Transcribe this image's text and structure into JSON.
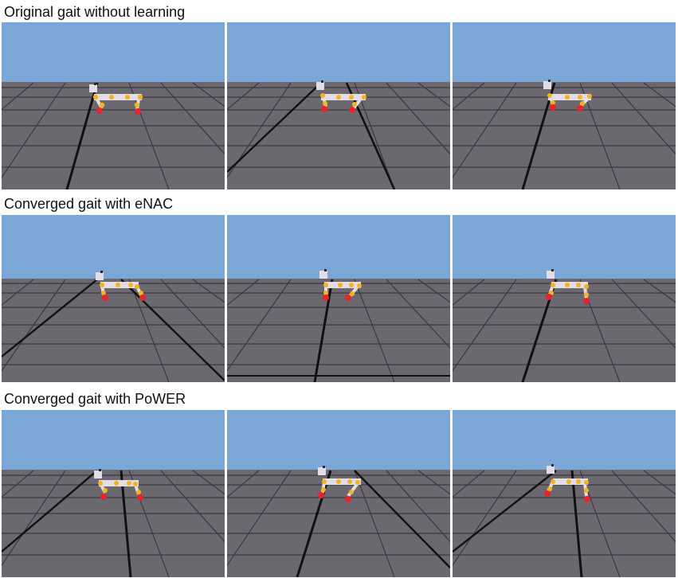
{
  "figure": {
    "rows": [
      {
        "title": "Original gait without learning",
        "frames": 3
      },
      {
        "title": "Converged gait with eNAC",
        "frames": 3
      },
      {
        "title": "Converged gait with PoWER",
        "frames": 3
      }
    ]
  },
  "colors": {
    "sky": "#7aa6d8",
    "ground": "#6b6870",
    "grid": "#3a3840",
    "body": "#e2dde6",
    "joint": "#f2b51c",
    "foot": "#e8242a",
    "head_marker": "#2b2b2b"
  },
  "icons": {
    "robot": "quadruped-robot-icon"
  }
}
